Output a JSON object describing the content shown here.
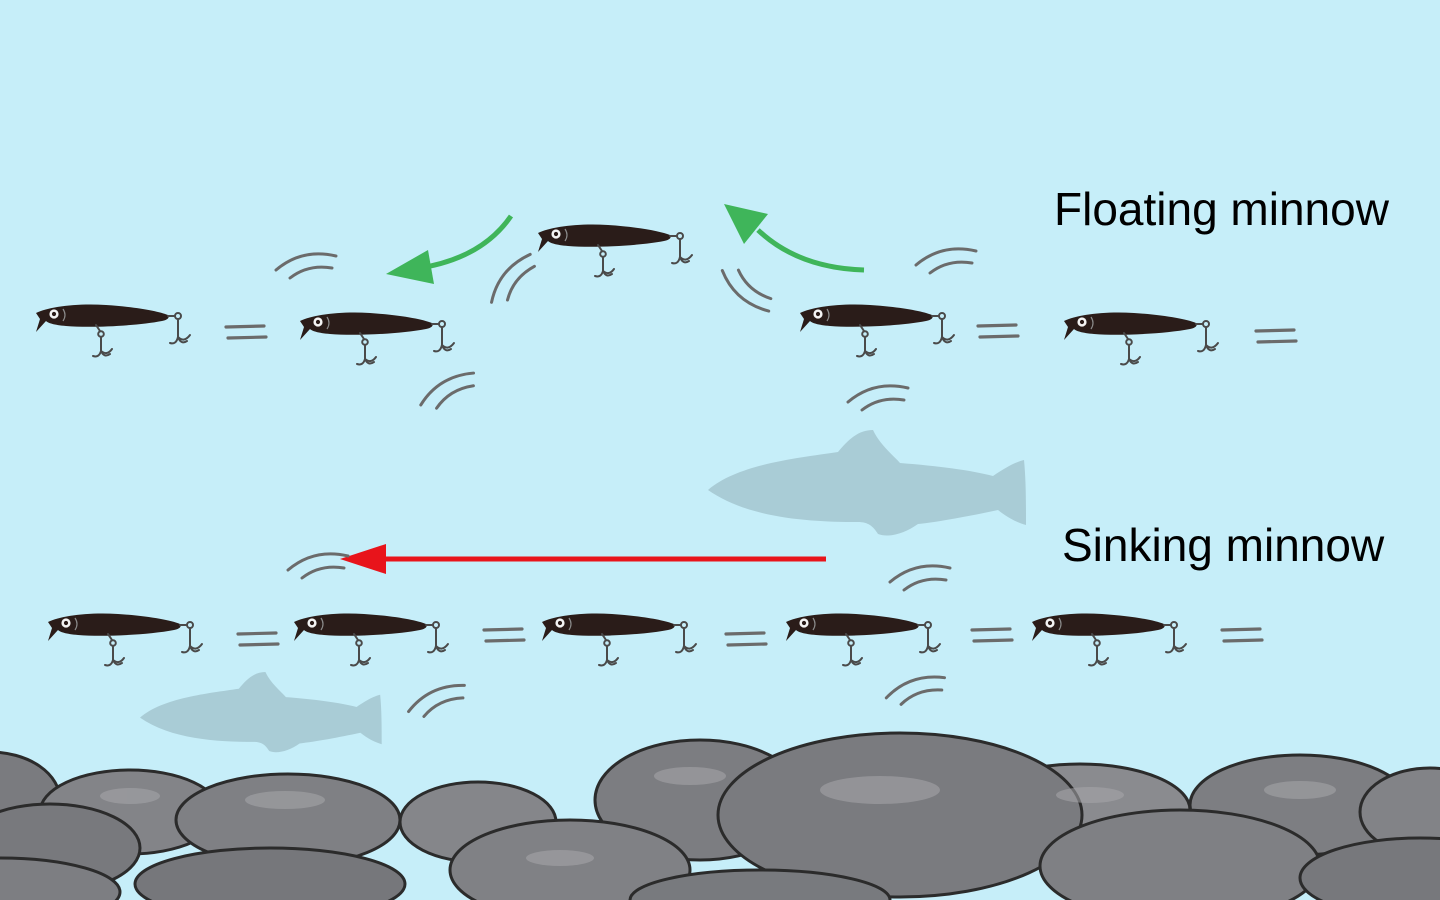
{
  "labels": {
    "floating": "Floating minnow",
    "sinking": "Sinking minnow"
  },
  "colors": {
    "water": "#c6eef9",
    "lure": "#2a1c19",
    "hook": "#4a4a4a",
    "wave": "#6b6b6b",
    "fish_shadow": "#a9ccd6",
    "rock": "#7b7c80",
    "rock_outline": "#2b2b2b",
    "floating_arrow": "#3fb55a",
    "sinking_arrow": "#e8141b"
  },
  "icons": {
    "lure": "minnow-lure-icon",
    "fish": "trout-silhouette-icon",
    "rock": "river-rock",
    "rise_arrow": "curved-arrow-icon",
    "pull_arrow": "straight-arrow-icon"
  }
}
